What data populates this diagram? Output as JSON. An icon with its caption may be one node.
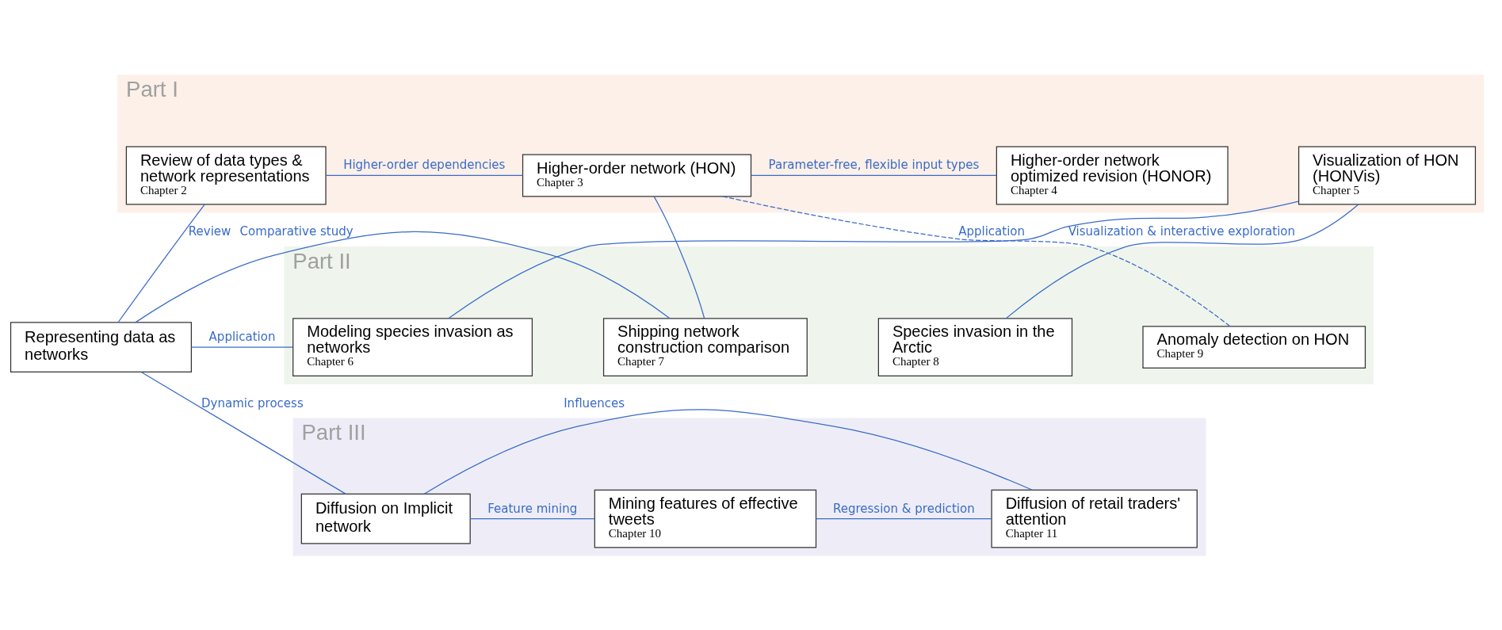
{
  "diagram": {
    "nodes": [
      {
        "text": [
          "Representing data as networks"
        ]
      },
      {
        "text": [
          "Part I"
        ]
      },
      {
        "text": [
          "Review of data types & network representations",
          "Chapter 2"
        ],
        "in": 1
      },
      {
        "text": [
          "Higher-order network (HON)",
          "Chapter 3"
        ],
        "in": 1
      },
      {
        "text": [
          "Higher-order network optimized revision (HONOR)",
          "Chapter 4"
        ],
        "in": 1
      },
      {
        "text": [
          "Visualization of HON (HONVis)",
          "Chapter 5"
        ],
        "in": 1
      },
      {
        "text": [
          "Part II"
        ]
      },
      {
        "text": [
          "Modeling species invasion as networks",
          "Chapter 6"
        ],
        "in": 6
      },
      {
        "text": [
          "Shipping network construction comparison",
          "Chapter 7"
        ],
        "in": 6
      },
      {
        "text": [
          "Species invasion in the Arctic",
          "Chapter 8"
        ],
        "in": 6
      },
      {
        "text": [
          "Anomaly detection on HON",
          "Chapter 9"
        ],
        "in": 6
      },
      {
        "text": [
          "Part III"
        ]
      },
      {
        "text": [
          "Diffusion on Implicit network"
        ],
        "in": 11
      },
      {
        "text": [
          "Mining features of effective tweets",
          "Chapter 10"
        ],
        "in": 11
      },
      {
        "text": [
          "Diffusion of retail traders' attention",
          "Chapter 11"
        ],
        "in": 11
      }
    ],
    "edges": [
      {
        "from": 0,
        "to": 2,
        "arrow": "none",
        "label": "Review"
      },
      {
        "from": 2,
        "to": 3,
        "arrow": "none",
        "label": "Higher-order dependencies"
      },
      {
        "from": 3,
        "to": 4,
        "arrow": "none",
        "label": "Parameter-free, flexible input types"
      },
      {
        "from": 5,
        "to": 7,
        "arrow": "none",
        "label": "Visualization & interactive exploration"
      },
      {
        "from": 5,
        "to": 9,
        "arrow": "none"
      },
      {
        "from": 3,
        "to": 8,
        "arrow": "none"
      },
      {
        "from": 3,
        "to": 10,
        "arrow": "none",
        "label": "Application",
        "style": "dashed"
      },
      {
        "from": 0,
        "to": 7,
        "arrow": "none",
        "label": "Application"
      },
      {
        "from": 0,
        "to": 8,
        "arrow": "none",
        "label": "Comparative study"
      },
      {
        "from": 12,
        "to": 14,
        "arrow": "none",
        "label": "Influences"
      },
      {
        "from": 0,
        "to": 12,
        "arrow": "none",
        "label": "Dynamic process"
      },
      {
        "from": 12,
        "to": 13,
        "arrow": "none",
        "label": "Feature mining"
      },
      {
        "from": 13,
        "to": 14,
        "arrow": "none",
        "label": "Regression & prediction"
      }
    ]
  }
}
